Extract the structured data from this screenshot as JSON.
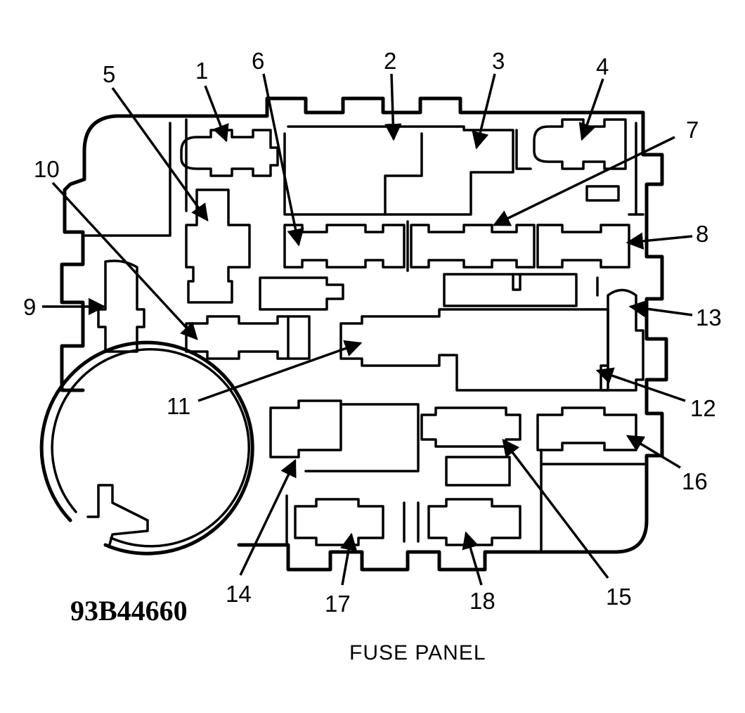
{
  "diagram": {
    "caption": "FUSE PANEL",
    "figure_code": "93B44660",
    "callouts": [
      {
        "id": "1",
        "label": "1"
      },
      {
        "id": "2",
        "label": "2"
      },
      {
        "id": "3",
        "label": "3"
      },
      {
        "id": "4",
        "label": "4"
      },
      {
        "id": "5",
        "label": "5"
      },
      {
        "id": "6",
        "label": "6"
      },
      {
        "id": "7",
        "label": "7"
      },
      {
        "id": "8",
        "label": "8"
      },
      {
        "id": "9",
        "label": "9"
      },
      {
        "id": "10",
        "label": "10"
      },
      {
        "id": "11",
        "label": "11"
      },
      {
        "id": "12",
        "label": "12"
      },
      {
        "id": "13",
        "label": "13"
      },
      {
        "id": "14",
        "label": "14"
      },
      {
        "id": "15",
        "label": "15"
      },
      {
        "id": "16",
        "label": "16"
      },
      {
        "id": "17",
        "label": "17"
      },
      {
        "id": "18",
        "label": "18"
      }
    ],
    "colors": {
      "ink": "#000000",
      "paper": "#ffffff"
    }
  }
}
